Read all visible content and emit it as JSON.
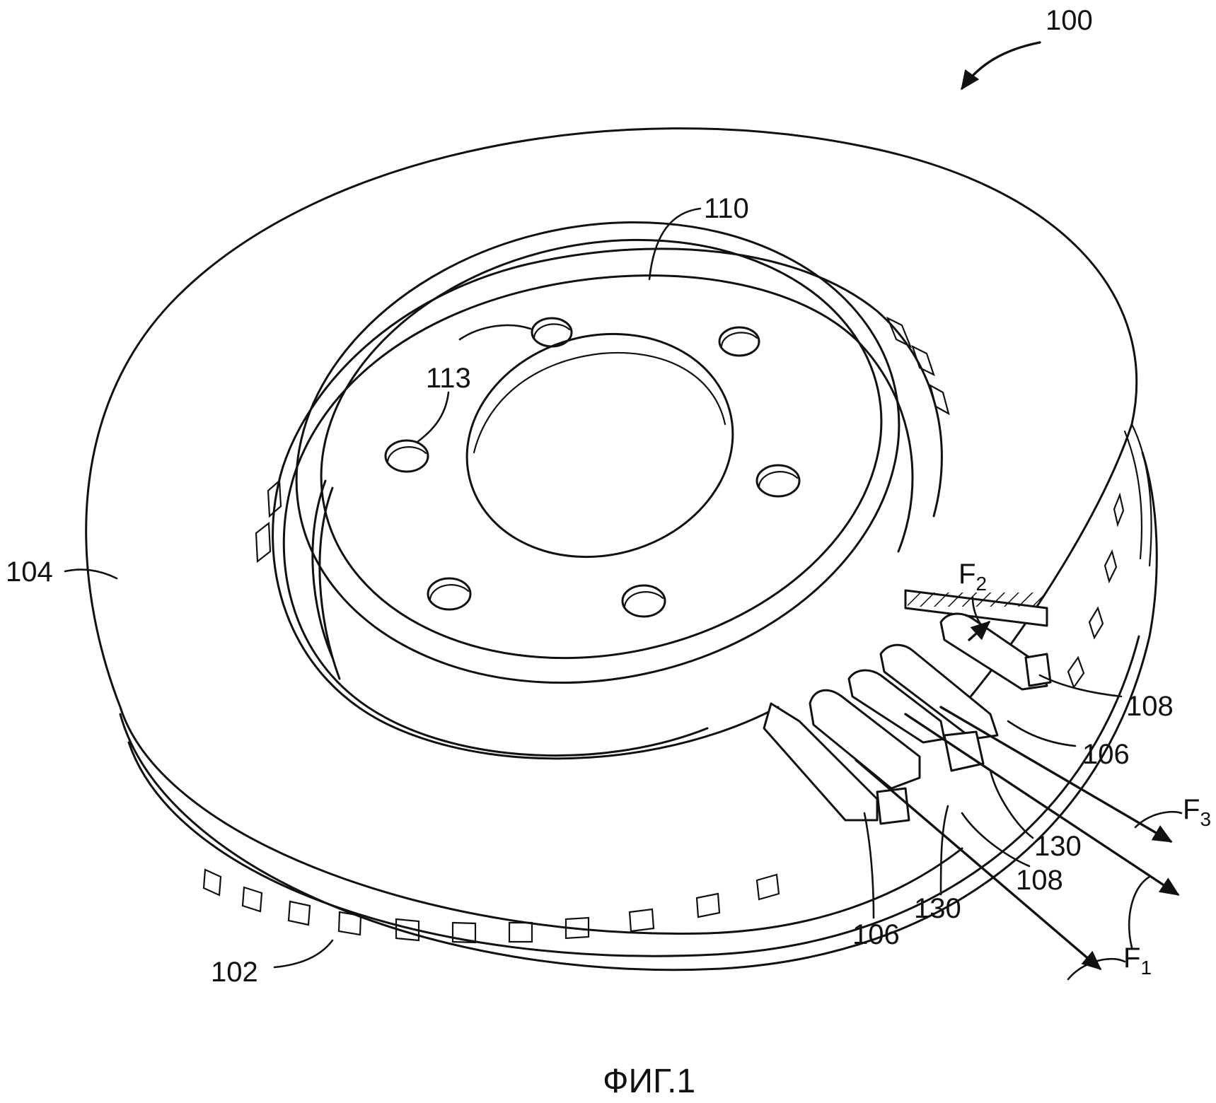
{
  "figure": {
    "caption": "ФИГ.1",
    "labels": {
      "assembly": "100",
      "hat": "110",
      "bolt_holes": "113",
      "friction_ring": "104",
      "inner_ring": "102",
      "vane_a_right": "108",
      "vane_b_right": "106",
      "vane_a_bottom": "108",
      "vane_b_bottom": "106",
      "pin_right": "130",
      "pin_bottom": "130"
    },
    "forces": {
      "f1_main": "F",
      "f1_sub": "1",
      "f2_main": "F",
      "f2_sub": "2",
      "f3_main": "F",
      "f3_sub": "3"
    }
  }
}
